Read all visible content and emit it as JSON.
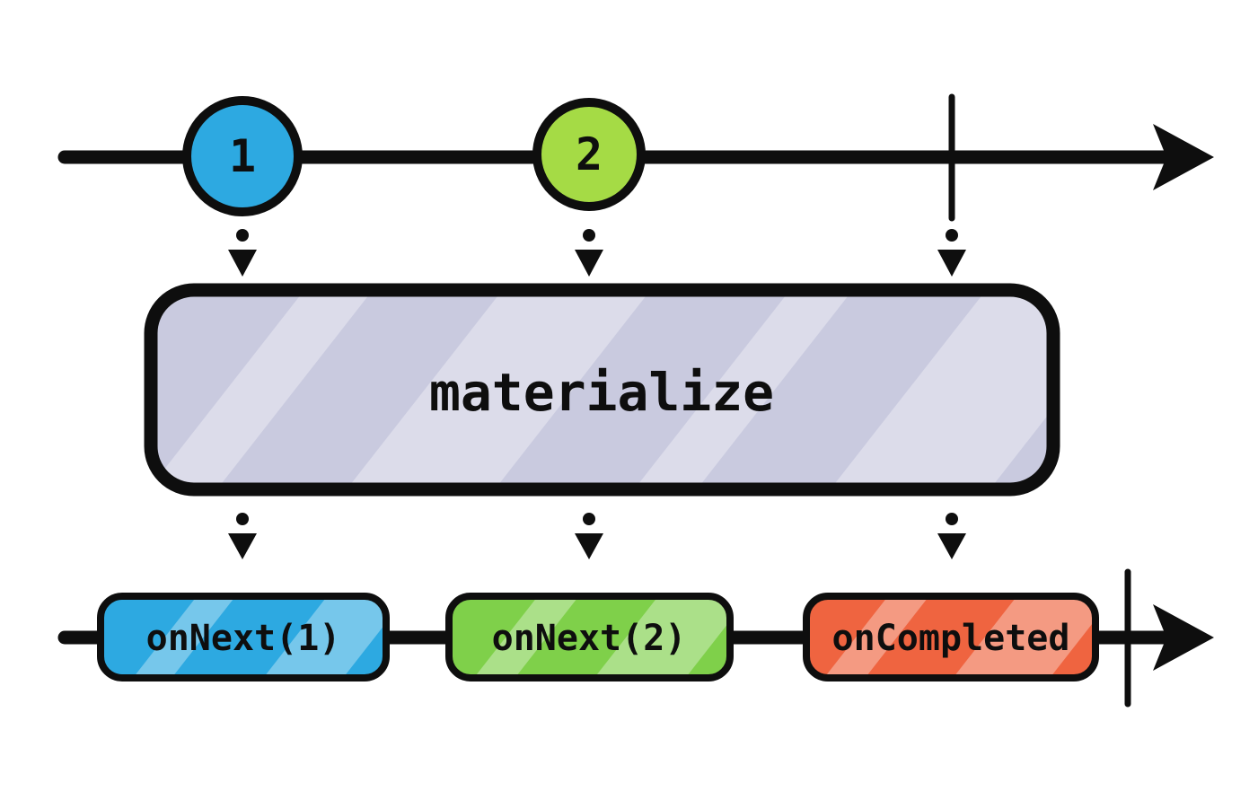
{
  "diagram": {
    "type": "marble-diagram",
    "operator": {
      "label": "materialize",
      "fill": "#C9CADF"
    },
    "input": {
      "events": [
        {
          "label": "1",
          "color": "#2DA9E1"
        },
        {
          "label": "2",
          "color": "#A5DB45"
        }
      ],
      "completed": true
    },
    "output": {
      "events": [
        {
          "label": "onNext(1)",
          "color": "#2DA9E1"
        },
        {
          "label": "onNext(2)",
          "color": "#7FD04A"
        },
        {
          "label": "onCompleted",
          "color": "#EF6440"
        }
      ],
      "completed": true
    },
    "colors": {
      "ink": "#0e0e0e",
      "background": "#ffffff"
    }
  }
}
